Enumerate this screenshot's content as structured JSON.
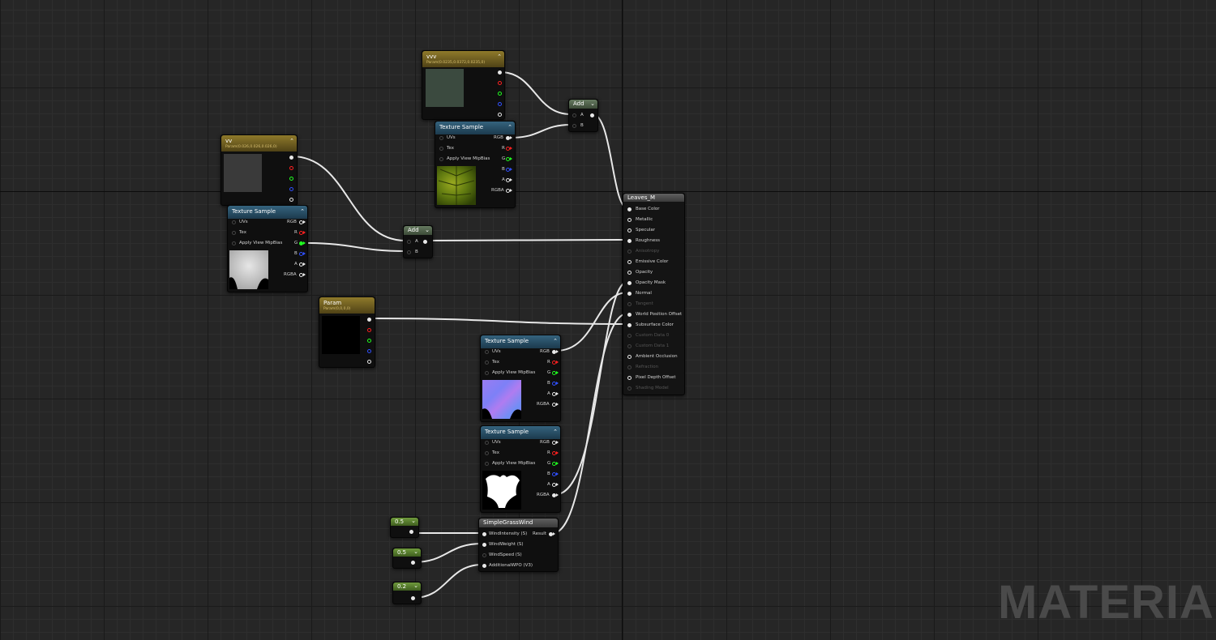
{
  "watermark": "MATERIAL",
  "nodes": {
    "vvv": {
      "title": "vvv",
      "subtitle": "Param(0.0235,0.0372,0.0235,0)"
    },
    "vv": {
      "title": "vv",
      "subtitle": "Param(0.026,0.026,0.026,0)"
    },
    "param": {
      "title": "Param",
      "subtitle": "Param(0,0,0,0)"
    },
    "add_top": {
      "title": "Add",
      "in_a": "A",
      "in_b": "B"
    },
    "add_mid": {
      "title": "Add",
      "in_a": "A",
      "in_b": "B"
    },
    "texture_sample": {
      "title": "Texture Sample",
      "inputs": [
        "UVs",
        "Tex",
        "Apply View MipBias"
      ],
      "outputs": [
        "RGB",
        "R",
        "G",
        "B",
        "A",
        "RGBA"
      ]
    },
    "leaves_m": {
      "title": "Leaves_M",
      "inputs": [
        "Base Color",
        "Metallic",
        "Specular",
        "Roughness",
        "Anisotropy",
        "Emissive Color",
        "Opacity",
        "Opacity Mask",
        "Normal",
        "Tangent",
        "World Position Offset",
        "Subsurface Color",
        "Custom Data 0",
        "Custom Data 1",
        "Ambient Occlusion",
        "Refraction",
        "Pixel Depth Offset",
        "Shading Model"
      ]
    },
    "grass_wind": {
      "title": "SimpleGrassWind",
      "inputs": [
        "WindIntensity (S)",
        "WindWeight (S)",
        "WindSpeed (S)",
        "AdditionalWPO (V3)"
      ],
      "output": "Result"
    },
    "const1": {
      "value": "0.5"
    },
    "const2": {
      "value": "0.5"
    },
    "const3": {
      "value": "0.2"
    }
  },
  "colors": {
    "vvv_swatch": "#3b4a3f",
    "vv_swatch": "#3a3a3a",
    "param_swatch": "#000000"
  },
  "icons": [
    "chevron-up-icon",
    "chevron-down-icon",
    "pin-icon",
    "arrow-pin-icon"
  ]
}
